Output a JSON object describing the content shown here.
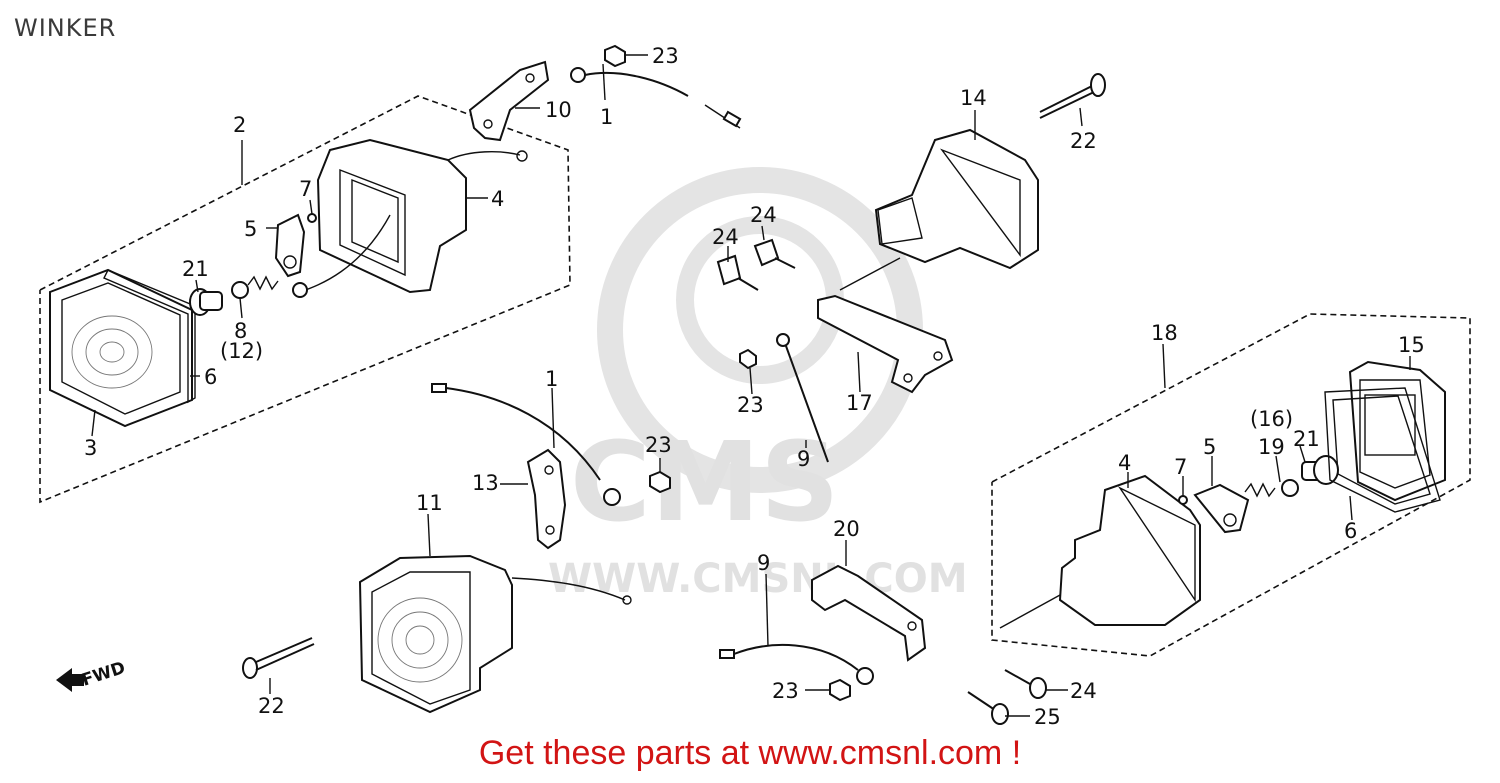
{
  "title": "WINKER",
  "watermark": {
    "brand": "CMS",
    "url": "WWW.CMSNL.COM"
  },
  "direction_marker": "FWD",
  "part_labels": {
    "p1a": "1",
    "p1b": "1",
    "p2": "2",
    "p3": "3",
    "p4a": "4",
    "p4b": "4",
    "p5a": "5",
    "p5b": "5",
    "p6a": "6",
    "p6b": "6",
    "p7a": "7",
    "p7b": "7",
    "p8": "8",
    "p12": "(12)",
    "p9a": "9",
    "p9b": "9",
    "p10": "10",
    "p11": "11",
    "p13": "13",
    "p14": "14",
    "p15": "15",
    "p16": "(16)",
    "p17": "17",
    "p18": "18",
    "p19": "19",
    "p20": "20",
    "p21a": "21",
    "p21b": "21",
    "p22a": "22",
    "p22b": "22",
    "p23a": "23",
    "p23b": "23",
    "p23c": "23",
    "p23d": "23",
    "p24a": "24",
    "p24b": "24",
    "p24c": "24",
    "p25": "25"
  },
  "footer": {
    "cta": "Get these parts at www.cmsnl.com !"
  },
  "colors": {
    "line": "#111111",
    "watermark": "#e1e1e1",
    "cta": "#d21414"
  }
}
